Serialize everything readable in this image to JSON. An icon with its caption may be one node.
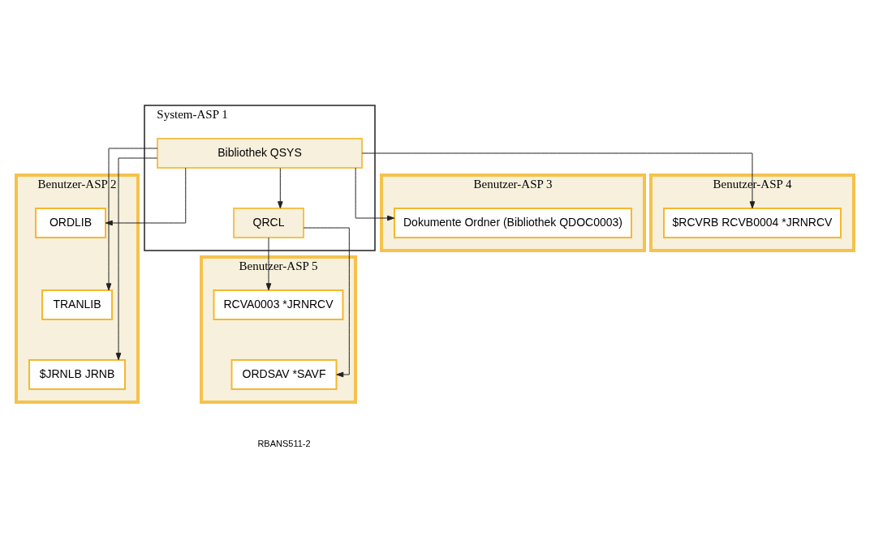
{
  "diagram": {
    "nodes": [
      {
        "text": [
          "System-ASP 1"
        ]
      },
      {
        "text": [
          "Bibliothek QSYS"
        ],
        "in": 0
      },
      {
        "text": [
          "QRCL"
        ],
        "in": 0
      },
      {
        "text": [
          "Benutzer-ASP 2"
        ]
      },
      {
        "text": [
          "ORDLIB"
        ],
        "in": 3
      },
      {
        "text": [
          "TRANLIB"
        ],
        "in": 3
      },
      {
        "text": [
          "$JRNLB JRNB"
        ],
        "in": 3
      },
      {
        "text": [
          "Benutzer-ASP 3"
        ]
      },
      {
        "text": [
          "Dokumente Ordner (Bibliothek QDOC0003)"
        ],
        "in": 7
      },
      {
        "text": [
          "Benutzer-ASP 4"
        ]
      },
      {
        "text": [
          "$RCVRB RCVB0004 *JRNRCV"
        ],
        "in": 9
      },
      {
        "text": [
          "Benutzer-ASP 5"
        ]
      },
      {
        "text": [
          "RCVA0003 *JRNRCV"
        ],
        "in": 11
      },
      {
        "text": [
          "ORDSAV *SAVF"
        ],
        "in": 11
      }
    ],
    "edges": [
      {
        "from": 1,
        "to": 2,
        "arrow": "to"
      },
      {
        "from": 1,
        "to": 4,
        "arrow": "to"
      },
      {
        "from": 1,
        "to": 5,
        "arrow": "to"
      },
      {
        "from": 1,
        "to": 6,
        "arrow": "to"
      },
      {
        "from": 1,
        "to": 8,
        "arrow": "to"
      },
      {
        "from": 1,
        "to": 10,
        "arrow": "to"
      },
      {
        "from": 2,
        "to": 12,
        "arrow": "to"
      },
      {
        "from": 2,
        "to": 13,
        "arrow": "to"
      }
    ],
    "labels": [
      "RBANS511-2"
    ]
  }
}
